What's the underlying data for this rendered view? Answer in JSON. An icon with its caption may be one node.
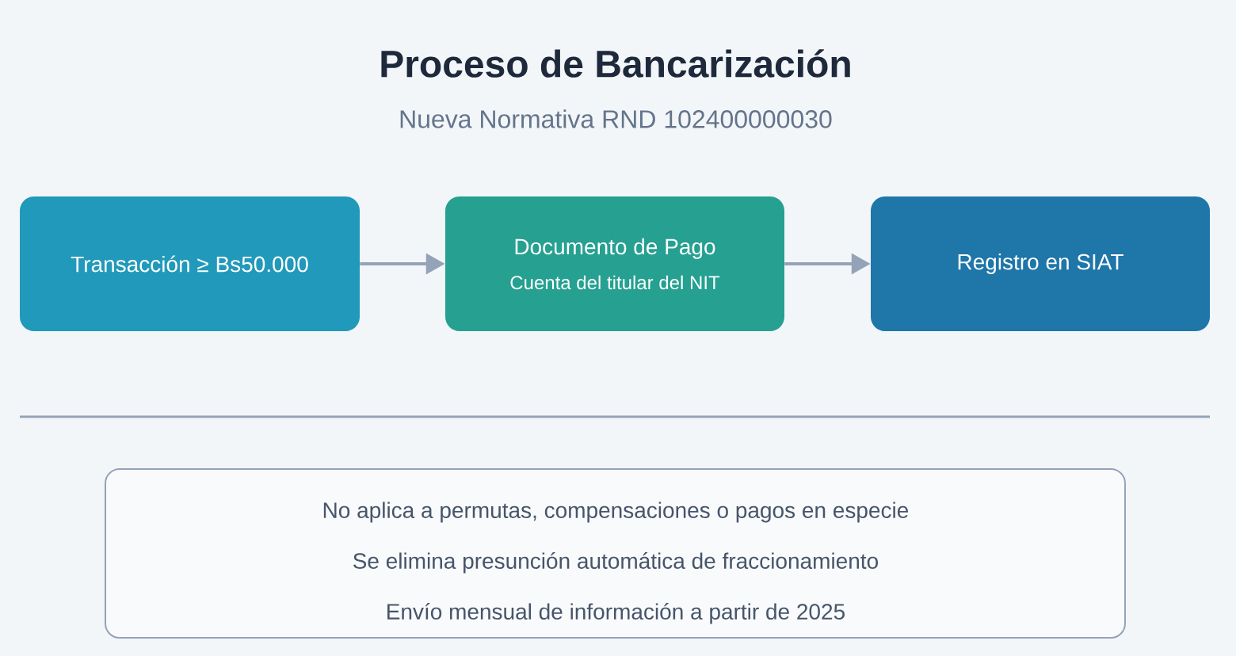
{
  "diagram": {
    "title": "Proceso de Bancarización",
    "nodes": [
      {
        "text": [
          "Transacción ≥ Bs50.000"
        ]
      },
      {
        "text": [
          "Documento de Pago",
          "Cuenta del titular del NIT"
        ]
      },
      {
        "text": [
          "Registro en SIAT"
        ]
      },
      {
        "text": [
          "No aplica a permutas, compensaciones o pagos en especie",
          "Se elimina presunción automática de fraccionamiento",
          "Envío mensual de información a partir de 2025"
        ]
      }
    ],
    "edges": [
      {
        "from": 0,
        "to": 1,
        "arrow": "to"
      },
      {
        "from": 1,
        "to": 2,
        "arrow": "to"
      }
    ],
    "labels": [
      "Nueva Normativa RND 102400000030"
    ]
  }
}
